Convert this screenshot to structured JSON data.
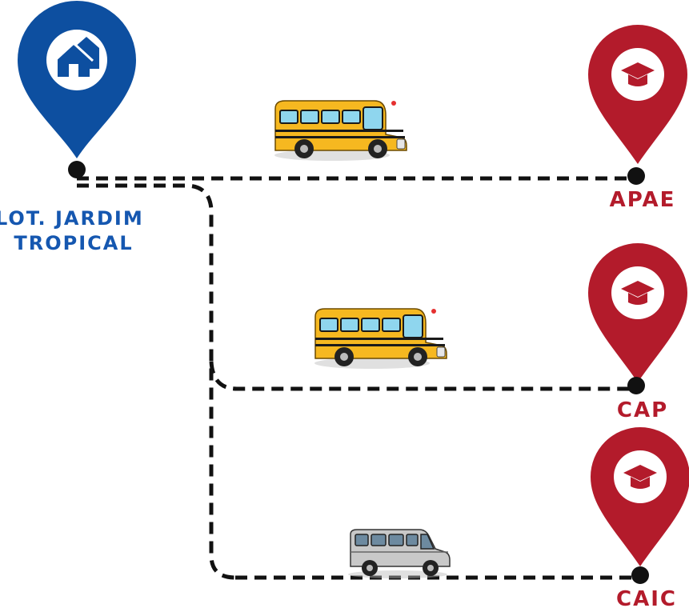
{
  "origin": {
    "icon": "house-icon",
    "label_lines": [
      "LOT. JARDIM",
      "TROPICAL"
    ]
  },
  "destinations": [
    {
      "label": "APAE",
      "icon": "graduation-cap-icon",
      "vehicle": "school-bus-icon"
    },
    {
      "label": "CAP",
      "icon": "graduation-cap-icon",
      "vehicle": "school-bus-icon"
    },
    {
      "label": "CAIC",
      "icon": "graduation-cap-icon",
      "vehicle": "van-icon"
    }
  ],
  "colors": {
    "origin_pin": "#0d4fa0",
    "school_pin": "#b31b2b",
    "origin_label": "#1557b0",
    "school_label": "#b31b2b",
    "route": "#111111",
    "bus_body": "#f6b820",
    "van_body": "#c8c8c8"
  }
}
